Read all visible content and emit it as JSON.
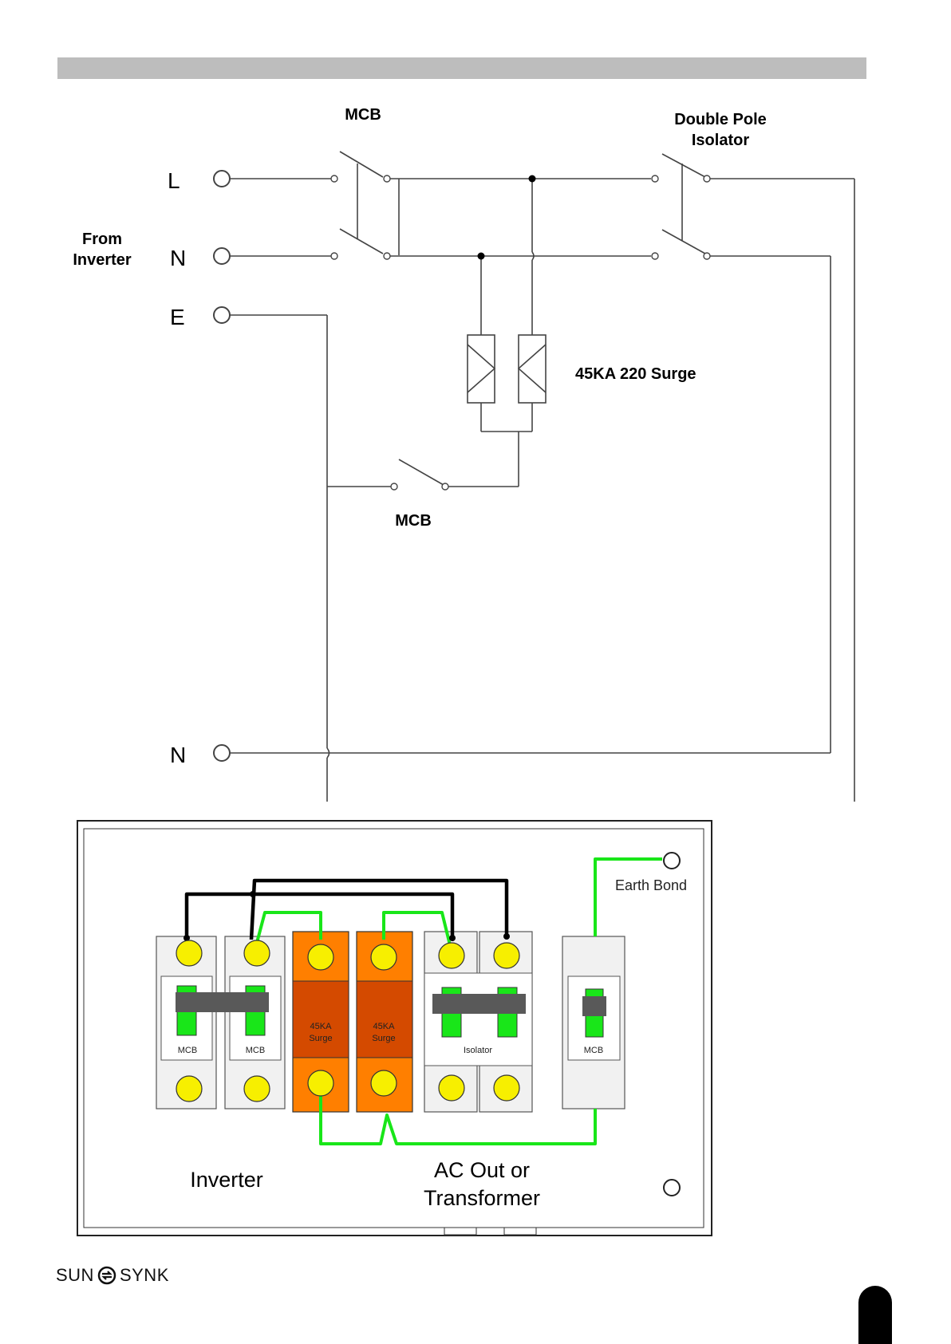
{
  "schematic": {
    "terminals": {
      "l": "L",
      "n": "N",
      "e": "E",
      "n2": "N"
    },
    "from_label_line1": "From",
    "from_label_line2": "Inverter",
    "mcb_top": "MCB",
    "isolator_line1": "Double Pole",
    "isolator_line2": "Isolator",
    "surge": "45KA 220 Surge",
    "mcb_bottom": "MCB"
  },
  "board": {
    "mcb1": "MCB",
    "mcb2": "MCB",
    "surge1_line1": "45KA",
    "surge1_line2": "Surge",
    "surge2_line1": "45KA",
    "surge2_line2": "Surge",
    "isolator": "Isolator",
    "mcb3": "MCB",
    "earth_bond": "Earth Bond",
    "inverter": "Inverter",
    "ac_out_line1": "AC Out or",
    "ac_out_line2": "Transformer"
  },
  "footer": {
    "logo_left": "SUN",
    "logo_right": "SYNK"
  },
  "colors": {
    "wire_green": "#19e619",
    "surge_orange": "#ff7f00",
    "surge_dark": "#d44a00",
    "terminal_yellow": "#f7ef00",
    "switch_green": "#19e619"
  }
}
